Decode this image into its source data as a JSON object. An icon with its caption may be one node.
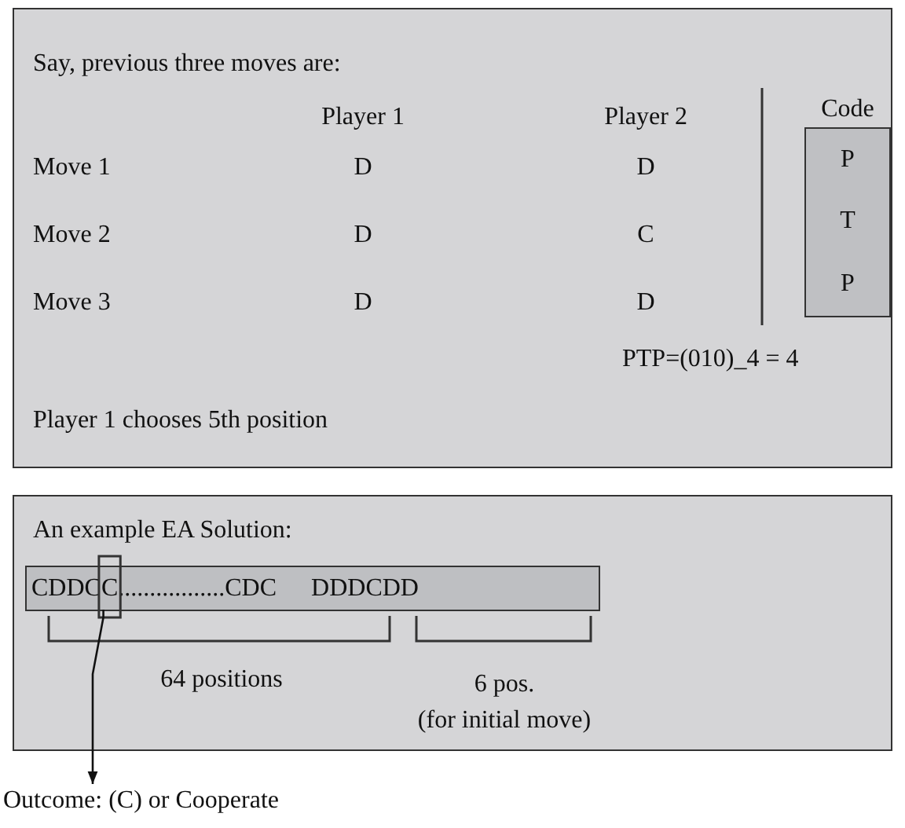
{
  "diagram": {
    "nodes": [
      {
        "text": [
          "Say, previous three moves are:",
          "Player 1 chooses 5th position"
        ]
      },
      {
        "text": [
          "Code",
          "P",
          "T",
          "P"
        ],
        "in": 0
      },
      {
        "text": [
          "An example EA Solution:"
        ]
      },
      {
        "text": [
          "CDDCC.................CDC",
          "DDDCDD"
        ],
        "in": 2
      },
      {
        "text": [
          "Outcome: (C) or Cooperate"
        ]
      }
    ],
    "edges": [
      {
        "from": 3,
        "to": 4,
        "arrow": "to"
      }
    ],
    "labels": [
      "Player 1",
      "Player 2",
      "Move 1",
      "D",
      "D",
      "Move 2",
      "D",
      "C",
      "Move 3",
      "D",
      "D",
      "PTP=(010)_4 = 4",
      "64 positions",
      "6 pos.",
      "(for initial move)"
    ]
  }
}
